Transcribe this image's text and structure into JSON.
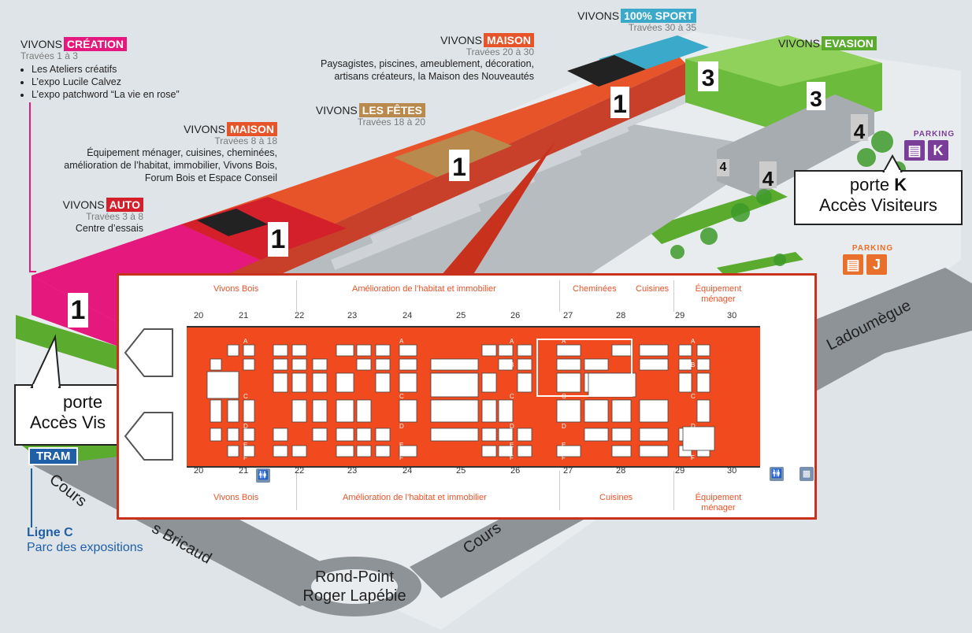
{
  "zones": {
    "creation": {
      "prefix": "VIVONS",
      "badge": "CRÉATION",
      "color": "#e4187d",
      "travees": "Travées 1 à 3",
      "items": [
        "Les Ateliers créatifs",
        "L’expo Lucile Calvez",
        "L’expo patchword “La vie en rose”"
      ]
    },
    "maison1": {
      "prefix": "VIVONS",
      "badge": "MAISON",
      "color": "#e8542a",
      "travees": "Travées 8 à 18",
      "description": [
        "Équipement ménager, cuisines, cheminées,",
        "amélioration de l’habitat, immobilier, Vivons Bois,",
        "Forum Bois et Espace Conseil"
      ]
    },
    "auto": {
      "prefix": "VIVONS",
      "badge": "AUTO",
      "color": "#d4202a",
      "travees": "Travées 3 à 8",
      "description": "Centre d’essais"
    },
    "fetes": {
      "prefix": "VIVONS",
      "badge": "LES FÊTES",
      "color": "#b98a4e",
      "travees": "Travées 18 à 20"
    },
    "maison2": {
      "prefix": "VIVONS",
      "badge": "MAISON",
      "color": "#e8542a",
      "travees": "Travées 20 à 30",
      "description": [
        "Paysagistes, piscines, ameublement, décoration,",
        "artisans créateurs, la Maison des Nouveautés"
      ]
    },
    "sport": {
      "prefix": "VIVONS",
      "badge": "100% SPORT",
      "color": "#3ba9c9",
      "travees": "Travées 30 à 35"
    },
    "evasion": {
      "prefix": "VIVONS",
      "badge": "EVASION",
      "color": "#5aab2e"
    }
  },
  "hall_numbers": [
    "1",
    "1",
    "1",
    "1",
    "3",
    "3",
    "4",
    "4",
    "4"
  ],
  "callouts": {
    "porte_k": {
      "line1_prefix": "porte ",
      "line1_bold": "K",
      "line2": "Accès Visiteurs"
    },
    "porte_left": {
      "line1": "porte",
      "line2": "Accès Vis"
    }
  },
  "parkings": {
    "k": {
      "label": "PARKING",
      "letter": "K",
      "color": "#7a3d98"
    },
    "j": {
      "label": "PARKING",
      "letter": "J",
      "color": "#e8702a"
    }
  },
  "tram": {
    "label": "TRAM",
    "line": "Ligne C",
    "stop": "Parc des expositions"
  },
  "streets": {
    "cours_left": "Cours",
    "bricaud": "s Bricaud",
    "ladoumegue": "Ladoumègue",
    "cours_right": "Cours",
    "rond_point": "Rond-Point",
    "lapebie": "Roger Lapébie"
  },
  "floor_plan": {
    "top_labels": [
      "Vivons Bois",
      "Amélioration de l’habitat et immobilier",
      "Cheminées",
      "Cuisines",
      "Équipement",
      "ménager"
    ],
    "bottom_labels": [
      "Vivons Bois",
      "Amélioration de l’habitat et immobilier",
      "Cuisines",
      "Équipement",
      "ménager"
    ],
    "bay_numbers": [
      "20",
      "21",
      "22",
      "23",
      "24",
      "25",
      "26",
      "27",
      "28",
      "29",
      "30"
    ],
    "row_letters": [
      "A",
      "B",
      "C",
      "D",
      "E",
      "F"
    ]
  }
}
